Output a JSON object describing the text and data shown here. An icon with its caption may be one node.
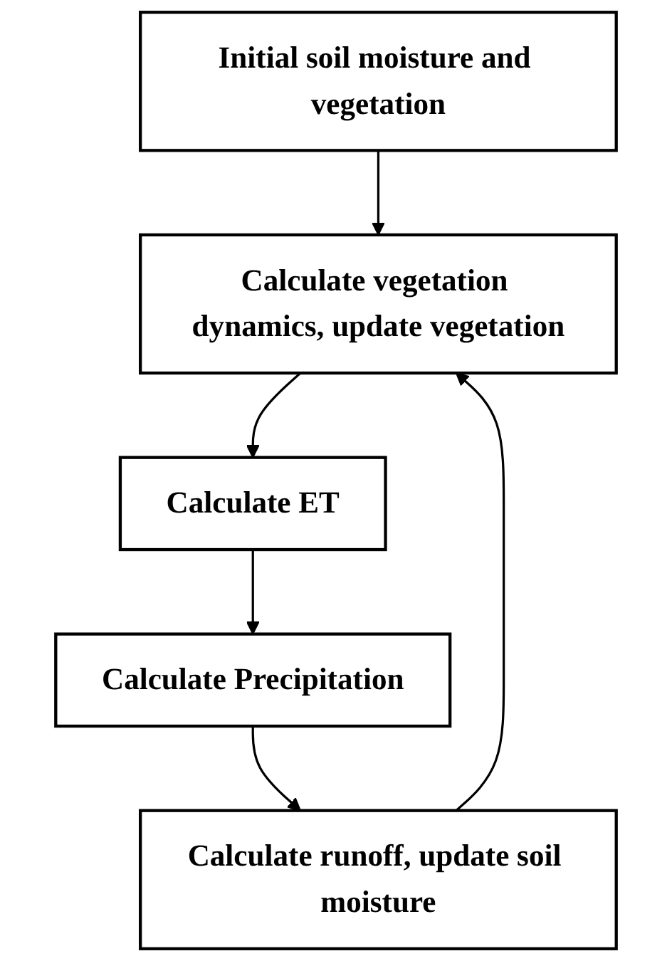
{
  "diagram": {
    "nodes": [
      {
        "text": [
          "Initial soil moisture and vegetation"
        ]
      },
      {
        "text": [
          "Calculate vegetation dynamics, update vegetation"
        ]
      },
      {
        "text": [
          "Calculate ET"
        ]
      },
      {
        "text": [
          "Calculate Precipitation"
        ]
      },
      {
        "text": [
          "Calculate runoff, update soil moisture"
        ]
      }
    ],
    "edges": [
      {
        "from": 0,
        "to": 1,
        "arrow": "to"
      },
      {
        "from": 1,
        "to": 2,
        "arrow": "to"
      },
      {
        "from": 2,
        "to": 3,
        "arrow": "to"
      },
      {
        "from": 3,
        "to": 4,
        "arrow": "to"
      },
      {
        "from": 4,
        "to": 1,
        "arrow": "to"
      }
    ]
  }
}
